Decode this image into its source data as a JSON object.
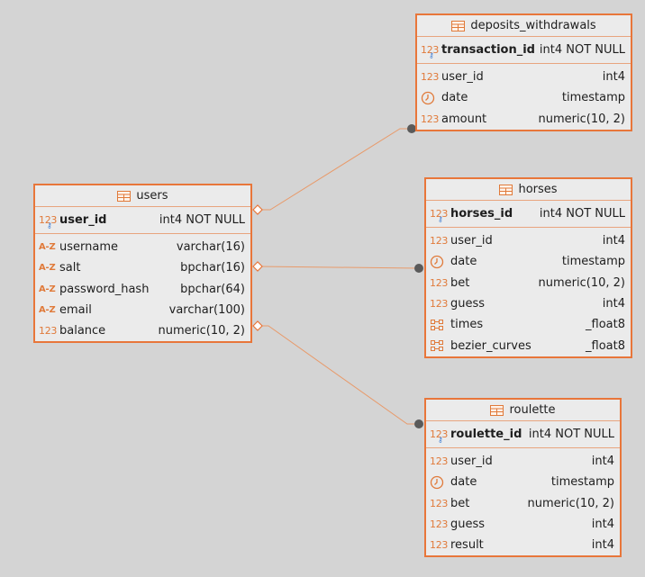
{
  "icons": {
    "table": "table-icon",
    "number": "123",
    "text": "A-Z",
    "date": "clock-icon",
    "array": "array-icon",
    "key": "primary-key-icon"
  },
  "colors": {
    "border": "#e8763a",
    "connector": "#e89a6a",
    "background": "#d4d4d4",
    "card": "#ebebeb",
    "key": "#3a7bd5"
  },
  "tables": [
    {
      "id": "deposits_withdrawals",
      "name": "deposits_withdrawals",
      "pk": {
        "name": "transaction_id",
        "type": "int4 NOT NULL",
        "icon": "number"
      },
      "columns": [
        {
          "name": "user_id",
          "type": "int4",
          "icon": "number"
        },
        {
          "name": "date",
          "type": "timestamp",
          "icon": "date"
        },
        {
          "name": "amount",
          "type": "numeric(10, 2)",
          "icon": "number"
        }
      ]
    },
    {
      "id": "users",
      "name": "users",
      "pk": {
        "name": "user_id",
        "type": "int4 NOT NULL",
        "icon": "number"
      },
      "columns": [
        {
          "name": "username",
          "type": "varchar(16)",
          "icon": "text"
        },
        {
          "name": "salt",
          "type": "bpchar(16)",
          "icon": "text"
        },
        {
          "name": "password_hash",
          "type": "bpchar(64)",
          "icon": "text"
        },
        {
          "name": "email",
          "type": "varchar(100)",
          "icon": "text"
        },
        {
          "name": "balance",
          "type": "numeric(10, 2)",
          "icon": "number"
        }
      ]
    },
    {
      "id": "horses",
      "name": "horses",
      "pk": {
        "name": "horses_id",
        "type": "int4 NOT NULL",
        "icon": "number"
      },
      "columns": [
        {
          "name": "user_id",
          "type": "int4",
          "icon": "number"
        },
        {
          "name": "date",
          "type": "timestamp",
          "icon": "date"
        },
        {
          "name": "bet",
          "type": "numeric(10, 2)",
          "icon": "number"
        },
        {
          "name": "guess",
          "type": "int4",
          "icon": "number"
        },
        {
          "name": "times",
          "type": "_float8",
          "icon": "array"
        },
        {
          "name": "bezier_curves",
          "type": "_float8",
          "icon": "array"
        }
      ]
    },
    {
      "id": "roulette",
      "name": "roulette",
      "pk": {
        "name": "roulette_id",
        "type": "int4 NOT NULL",
        "icon": "number"
      },
      "columns": [
        {
          "name": "user_id",
          "type": "int4",
          "icon": "number"
        },
        {
          "name": "date",
          "type": "timestamp",
          "icon": "date"
        },
        {
          "name": "bet",
          "type": "numeric(10, 2)",
          "icon": "number"
        },
        {
          "name": "guess",
          "type": "int4",
          "icon": "number"
        },
        {
          "name": "result",
          "type": "int4",
          "icon": "number"
        }
      ]
    }
  ],
  "relations": [
    {
      "from": "users",
      "to": "deposits_withdrawals"
    },
    {
      "from": "users",
      "to": "horses"
    },
    {
      "from": "users",
      "to": "roulette"
    }
  ]
}
